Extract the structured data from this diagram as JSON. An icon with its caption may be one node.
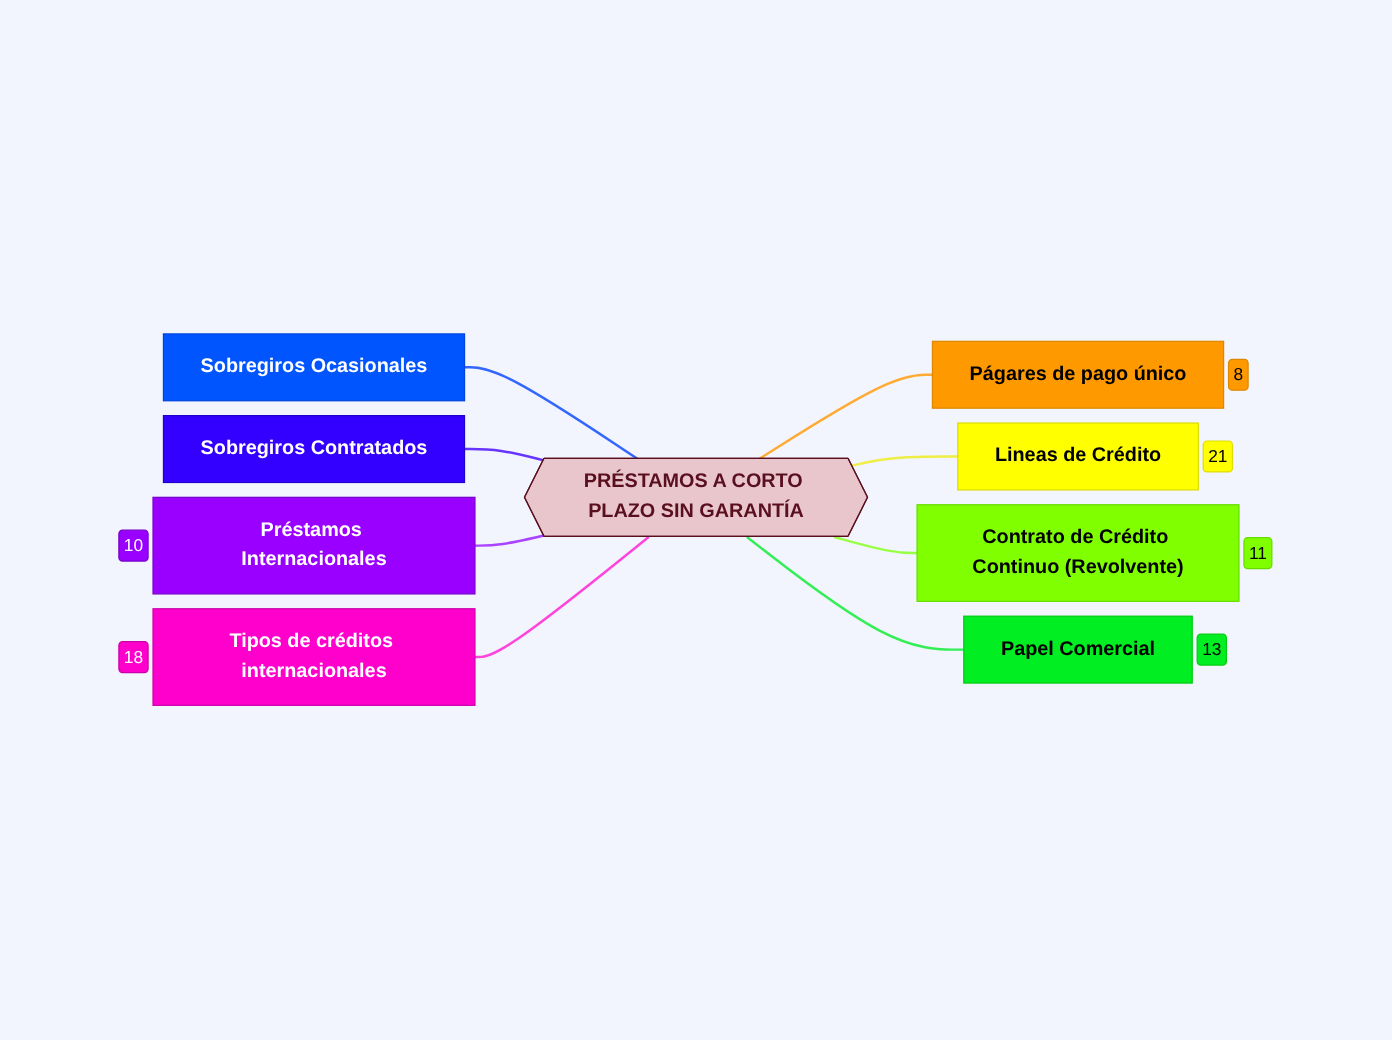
{
  "diagram": {
    "nodes": [
      {
        "text": [
          "PRÉSTAMOS A CORTO PLAZO SIN GARANTÍA"
        ]
      },
      {
        "text": [
          "Sobregiros Ocasionales"
        ]
      },
      {
        "text": [
          "Sobregiros Contratados"
        ]
      },
      {
        "text": [
          "Préstamos Internacionales"
        ],
        "beside": [
          "10"
        ]
      },
      {
        "text": [
          "Tipos de créditos internacionales"
        ],
        "beside": [
          "18"
        ]
      },
      {
        "text": [
          "Págares de pago único"
        ],
        "beside": [
          "8"
        ]
      },
      {
        "text": [
          "Lineas de Crédito"
        ],
        "beside": [
          "21"
        ]
      },
      {
        "text": [
          "Contrato de Crédito Continuo (Revolvente)"
        ],
        "beside": [
          "11"
        ]
      },
      {
        "text": [
          "Papel Comercial"
        ],
        "beside": [
          "13"
        ]
      }
    ],
    "edges": [
      {
        "from": 0,
        "to": 1,
        "arrow": "none",
        "color": "#3366ff"
      },
      {
        "from": 0,
        "to": 2,
        "arrow": "none",
        "color": "#6633ff"
      },
      {
        "from": 0,
        "to": 3,
        "arrow": "none",
        "color": "#aa44ff"
      },
      {
        "from": 0,
        "to": 4,
        "arrow": "none",
        "color": "#ff44dd"
      },
      {
        "from": 0,
        "to": 5,
        "arrow": "none",
        "color": "#ffaa33"
      },
      {
        "from": 0,
        "to": 6,
        "arrow": "none",
        "color": "#eeee44"
      },
      {
        "from": 0,
        "to": 7,
        "arrow": "none",
        "color": "#99ff44"
      },
      {
        "from": 0,
        "to": 8,
        "arrow": "none",
        "color": "#33ee55"
      }
    ]
  }
}
